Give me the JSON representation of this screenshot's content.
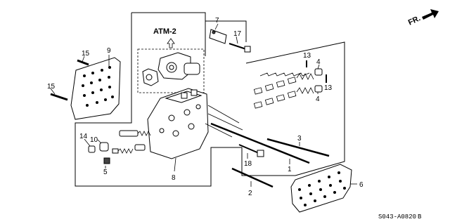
{
  "title_ref": "ATM-2",
  "direction_label": "FR.",
  "diagram_code": "S043-A0820",
  "diagram_code_suffix": "B",
  "callouts": {
    "c1": "1",
    "c2": "2",
    "c3": "3",
    "c4a": "4",
    "c4b": "4",
    "c5": "5",
    "c6": "6",
    "c7": "7",
    "c8": "8",
    "c9": "9",
    "c10": "10",
    "c13a": "13",
    "c13b": "13",
    "c14": "14",
    "c15a": "15",
    "c15b": "15",
    "c17": "17",
    "c18": "18"
  }
}
